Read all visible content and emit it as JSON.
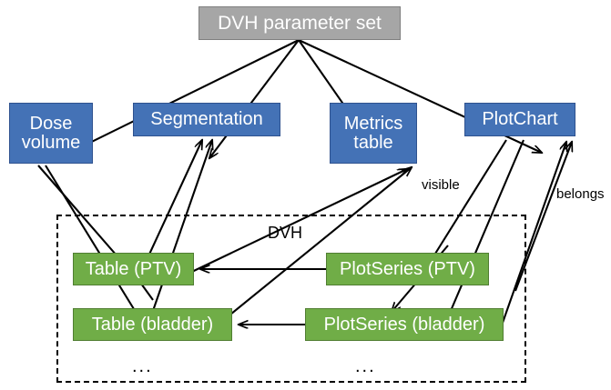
{
  "diagram": {
    "title_node": {
      "label": "DVH parameter set",
      "color": "#a6a6a6"
    },
    "component_nodes": [
      {
        "id": "dose-volume",
        "label": "Dose\nvolume",
        "color": "#4472b6"
      },
      {
        "id": "segmentation",
        "label": "Segmentation",
        "color": "#4472b6"
      },
      {
        "id": "metrics-table",
        "label": "Metrics\ntable",
        "color": "#4472b6"
      },
      {
        "id": "plotchart",
        "label": "PlotChart",
        "color": "#4472b6"
      }
    ],
    "group": {
      "label": "DVH",
      "border_style": "dashed",
      "ellipsis_left": "...",
      "ellipsis_right": "..."
    },
    "item_nodes": [
      {
        "id": "table-ptv",
        "label": "Table (PTV)",
        "color": "#70ad47"
      },
      {
        "id": "table-bladder",
        "label": "Table (bladder)",
        "color": "#70ad47"
      },
      {
        "id": "plotseries-ptv",
        "label": "PlotSeries (PTV)",
        "color": "#70ad47"
      },
      {
        "id": "plotseries-bladder",
        "label": "PlotSeries (bladder)",
        "color": "#70ad47"
      }
    ],
    "edge_labels": [
      {
        "id": "visible",
        "label": "visible"
      },
      {
        "id": "belongs",
        "label": "belongs"
      }
    ]
  }
}
